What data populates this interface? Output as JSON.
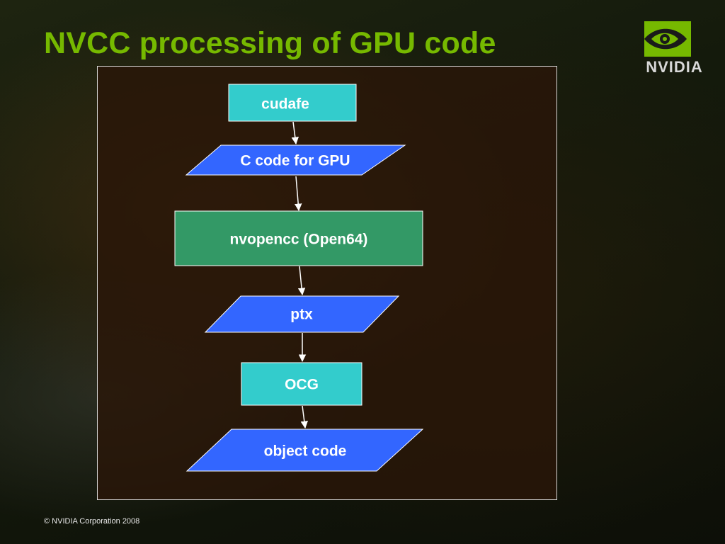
{
  "slide": {
    "title": "NVCC processing of GPU code",
    "footer": "© NVIDIA Corporation 2008"
  },
  "logo": {
    "text": "NVIDIA",
    "icon": "nvidia-eye-icon",
    "color": "#76b900"
  },
  "colors": {
    "title": "#76b900",
    "process_cyan": "#33cccc",
    "process_green": "#339966",
    "data_blue": "#3366ff",
    "connector": "#ffffff"
  },
  "diagram": {
    "nodes": [
      {
        "id": "cudafe",
        "label": "cudafe",
        "shape": "process"
      },
      {
        "id": "c-code-for-gpu",
        "label": "C code for GPU",
        "shape": "data"
      },
      {
        "id": "nvopencc",
        "label": "nvopencc (Open64)",
        "shape": "process"
      },
      {
        "id": "ptx",
        "label": "ptx",
        "shape": "data"
      },
      {
        "id": "ocg",
        "label": "OCG",
        "shape": "process"
      },
      {
        "id": "object-code",
        "label": "object code",
        "shape": "data"
      }
    ],
    "edges": [
      {
        "from": "cudafe",
        "to": "c-code-for-gpu"
      },
      {
        "from": "c-code-for-gpu",
        "to": "nvopencc"
      },
      {
        "from": "nvopencc",
        "to": "ptx"
      },
      {
        "from": "ptx",
        "to": "ocg"
      },
      {
        "from": "ocg",
        "to": "object-code"
      }
    ]
  }
}
